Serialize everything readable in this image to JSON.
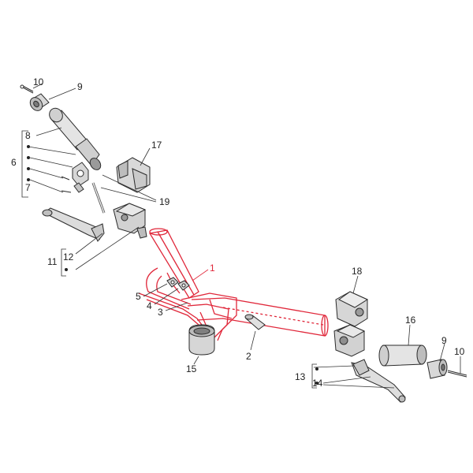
{
  "diagram": {
    "labels": {
      "p1": "1",
      "p2": "2",
      "p3": "3",
      "p4": "4",
      "p5": "5",
      "p6": "6",
      "p7": "7",
      "p8": "8",
      "p9_left": "9",
      "p9_right": "9",
      "p10_left": "10",
      "p10_right": "10",
      "p11": "11",
      "p12": "12",
      "p13": "13",
      "p14": "14",
      "p15": "15",
      "p16": "16",
      "p17": "17",
      "p18": "18",
      "p19": "19"
    },
    "colors": {
      "highlight": "#e0273a",
      "line": "#2b2b2b",
      "part_fill": "#e8e8e8"
    }
  }
}
